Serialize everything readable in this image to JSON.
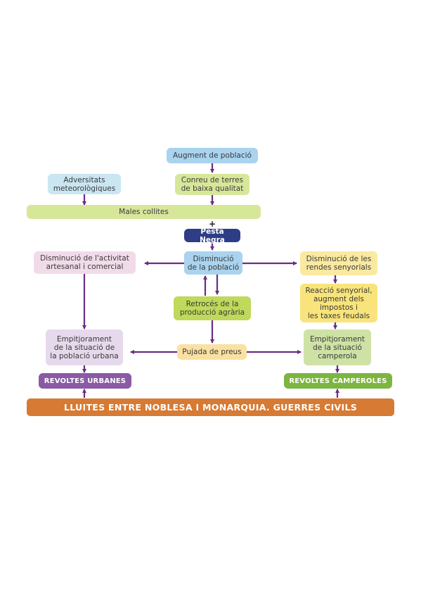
{
  "nodes": {
    "augment": "Augment de població",
    "conreu": "Conreu de terres\nde baixa qualitat",
    "adversitats": "Adversitats\nmeteorològiques",
    "males_collites": "Males collites",
    "plus": "+",
    "pesta": "Pesta Negra",
    "dism_activitat": "Disminució de l'activitat\nartesanal i comercial",
    "dism_poblacio": "Disminució\nde la població",
    "dism_rendes": "Disminució de les\nrendes senyorials",
    "reaccio": "Reacció senyorial,\naugment dels\nimpostos i\nles taxes feudals",
    "retroces": "Retrocés de la\nproducció agrària",
    "empit_urbana": "Empitjorament\nde la situació de\nla població urbana",
    "pujada": "Pujada de preus",
    "empit_camperola": "Empitjorament\nde la situació\ncamperola",
    "revoltes_urbanes": "REVOLTES URBANES",
    "revoltes_camperoles": "REVOLTES CAMPEROLES",
    "lluites": "LLUITES ENTRE NOBLESA I MONARQUIA. GUERRES CIVILS"
  },
  "colors": {
    "arrow": "#6a2c86",
    "navy": "#2e3d85",
    "purple_bar": "#8a5aa5",
    "green_bar": "#7cb540",
    "orange_bar": "#d67a34"
  }
}
